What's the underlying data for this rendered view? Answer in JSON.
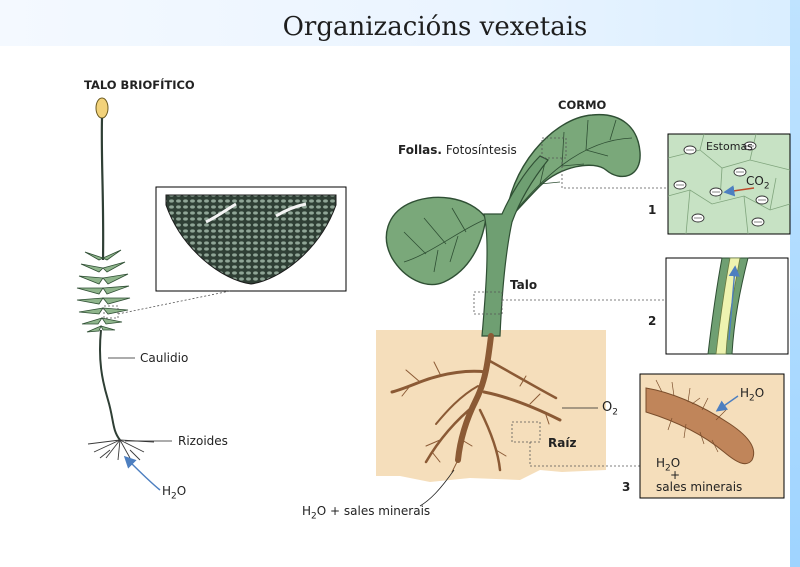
{
  "title": "Organizacións vexetais",
  "moss": {
    "heading": "TALO BRIOFÍTICO",
    "stem_label": "Caulidio",
    "roots_label": "Rizoides",
    "water_label_main": "H",
    "water_label_sub": "2",
    "water_label_end": "O"
  },
  "plant": {
    "heading": "CORMO",
    "leaves_bold": "Follas.",
    "leaves_text": "Fotosíntesis",
    "stem_label": "Talo",
    "root_label": "Raíz",
    "oxygen_main": "O",
    "oxygen_sub": "2",
    "bottom_main": "H",
    "bottom_sub": "2",
    "bottom_end": "O + sales minerais"
  },
  "insets": {
    "num_1": "1",
    "num_2": "2",
    "num_3": "3",
    "stomata_label": "Estomas",
    "co2_main": "CO",
    "co2_sub": "2",
    "root_water_main": "H",
    "root_water_sub": "2",
    "root_water_end": "O",
    "lower_water_main": "H",
    "lower_water_sub": "2",
    "lower_water_end": "O",
    "plus": "+",
    "minerals": "sales minerais"
  },
  "colors": {
    "leaf_green": "#6f9f72",
    "leaf_dark": "#2f4f34",
    "stem_orange": "#c0855a",
    "soil": "#f5debb",
    "arrow_blue": "#4d7fc0",
    "moss_capsule": "#f2d27a"
  }
}
